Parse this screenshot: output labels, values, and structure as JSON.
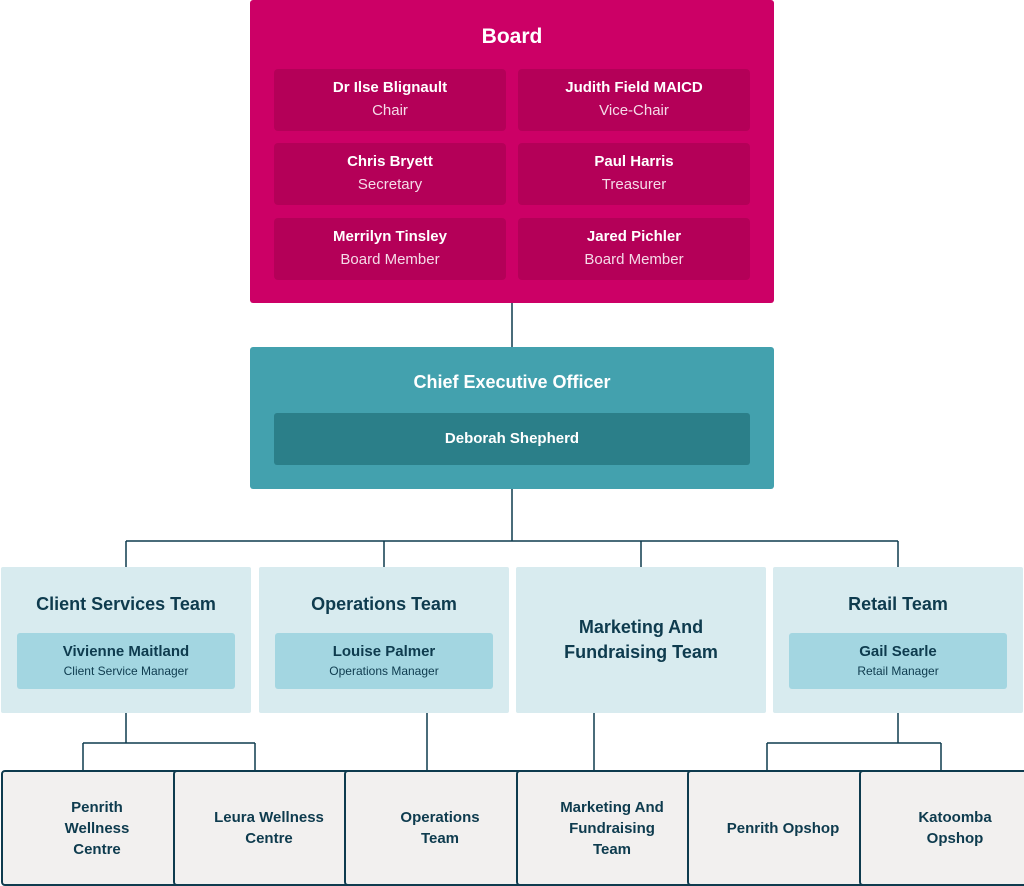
{
  "board": {
    "title": "Board",
    "members": [
      {
        "name": "Dr Ilse Blignault",
        "role": "Chair"
      },
      {
        "name": "Judith Field MAICD",
        "role": "Vice-Chair"
      },
      {
        "name": "Chris Bryett",
        "role": "Secretary"
      },
      {
        "name": "Paul Harris",
        "role": "Treasurer"
      },
      {
        "name": "Merrilyn Tinsley",
        "role": "Board Member"
      },
      {
        "name": "Jared Pichler",
        "role": "Board Member"
      }
    ]
  },
  "ceo": {
    "title": "Chief Executive Officer",
    "name": "Deborah Shepherd"
  },
  "teams": [
    {
      "title": "Client Services Team",
      "manager": {
        "name": "Vivienne Maitland",
        "role": "Client Service Manager"
      }
    },
    {
      "title": "Operations Team",
      "manager": {
        "name": "Louise Palmer",
        "role": "Operations Manager"
      }
    },
    {
      "title": "Marketing And Fundraising Team"
    },
    {
      "title": "Retail Team",
      "manager": {
        "name": "Gail Searle",
        "role": "Retail Manager"
      }
    }
  ],
  "units": [
    "Penrith Wellness Centre",
    "Leura Wellness Centre",
    "Operations Team",
    "Marketing And Fundraising Team",
    "Penrith Opshop",
    "Katoomba Opshop"
  ],
  "colors": {
    "board": "#cc0066",
    "board_cell": "#b40058",
    "ceo": "#43a1ae",
    "ceo_name": "#2b7f89",
    "team": "#d8ebef",
    "manager": "#a3d6e1",
    "unit_fill": "#f2f0ef",
    "line": "#0e3b4e"
  }
}
